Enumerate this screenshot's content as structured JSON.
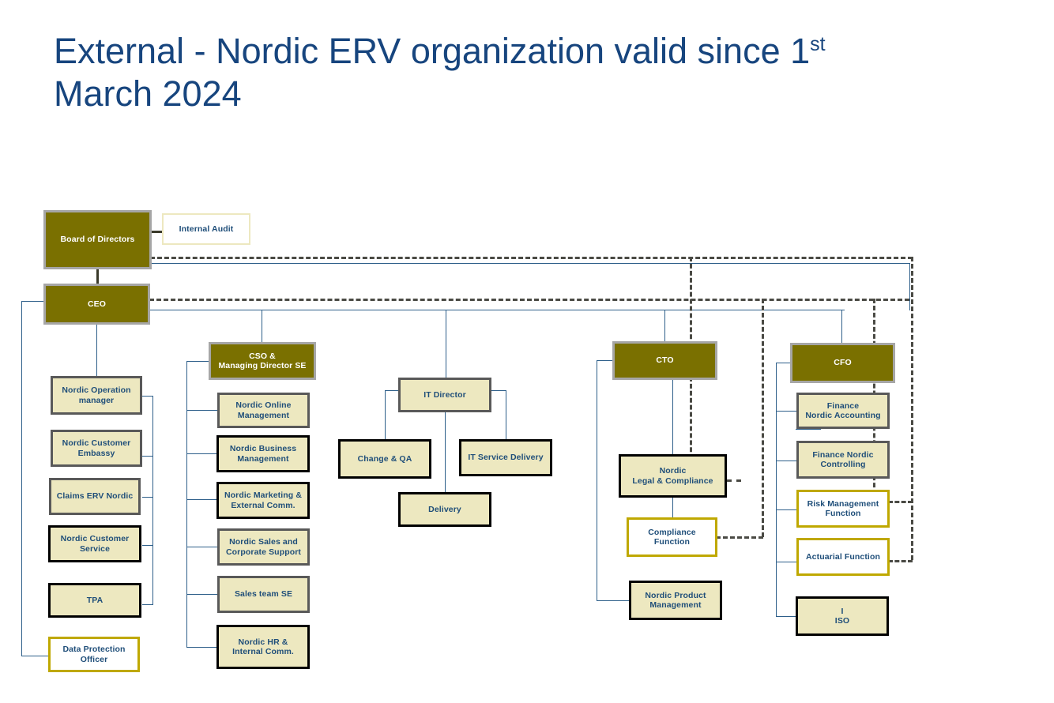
{
  "page": {
    "title_main": "External - Nordic ERV organization valid since 1",
    "title_sup": "st",
    "title_line2": "March 2024"
  },
  "colors": {
    "title": "#17457E",
    "olive_fill": "#7A7000",
    "olive_border": "#A6A6A6",
    "cream_fill": "#EDE8C0",
    "gray_border": "#595959",
    "black_border": "#000000",
    "yellow_border": "#BFA800",
    "text_blue": "#1F4E79",
    "connector_blue": "#2E5F8A",
    "dashed_gray": "#4A4A44"
  },
  "chart_data": {
    "type": "diagram",
    "title": "External - Nordic ERV organization valid since 1st March 2024",
    "nodes": [
      {
        "id": "board",
        "label": "Board of Directors",
        "style": "olive"
      },
      {
        "id": "internal_audit",
        "label": "Internal Audit",
        "style": "cream-cream"
      },
      {
        "id": "ceo",
        "label": "CEO",
        "style": "olive"
      },
      {
        "id": "nordic_op",
        "label": "Nordic Operation manager",
        "style": "cream-gray"
      },
      {
        "id": "cust_embassy",
        "label": "Nordic Customer Embassy",
        "style": "cream-gray"
      },
      {
        "id": "claims",
        "label": "Claims ERV Nordic",
        "style": "cream-gray"
      },
      {
        "id": "cust_service",
        "label": "Nordic Customer Service",
        "style": "cream-black"
      },
      {
        "id": "tpa",
        "label": "TPA",
        "style": "cream-black"
      },
      {
        "id": "dpo",
        "label": "Data Protection Officer",
        "style": "white-yellow"
      },
      {
        "id": "cso",
        "label": "CSO & Managing Director SE",
        "style": "olive"
      },
      {
        "id": "online_mgmt",
        "label": "Nordic Online Management",
        "style": "cream-gray"
      },
      {
        "id": "business_mgmt",
        "label": "Nordic Business Management",
        "style": "cream-black"
      },
      {
        "id": "marketing",
        "label": "Nordic Marketing & External Comm.",
        "style": "cream-black"
      },
      {
        "id": "sales_corp",
        "label": "Nordic Sales and Corporate Support",
        "style": "cream-gray"
      },
      {
        "id": "sales_team",
        "label": "Sales team SE",
        "style": "cream-gray"
      },
      {
        "id": "hr",
        "label": "Nordic HR & Internal Comm.",
        "style": "cream-black"
      },
      {
        "id": "it_director",
        "label": "IT Director",
        "style": "cream-gray"
      },
      {
        "id": "change_qa",
        "label": "Change & QA",
        "style": "cream-black"
      },
      {
        "id": "delivery",
        "label": "Delivery",
        "style": "cream-black"
      },
      {
        "id": "it_service",
        "label": "IT Service Delivery",
        "style": "cream-black"
      },
      {
        "id": "cto",
        "label": "CTO",
        "style": "olive"
      },
      {
        "id": "legal",
        "label": "Nordic Legal & Compliance",
        "style": "cream-black"
      },
      {
        "id": "compliance_fn",
        "label": "Compliance Function",
        "style": "white-yellow"
      },
      {
        "id": "product_mgmt",
        "label": "Nordic Product Management",
        "style": "cream-black"
      },
      {
        "id": "cfo",
        "label": "CFO",
        "style": "olive"
      },
      {
        "id": "fin_acct",
        "label": "Finance Nordic  Accounting",
        "style": "cream-gray"
      },
      {
        "id": "fin_ctrl",
        "label": "Finance Nordic Controlling",
        "style": "cream-gray"
      },
      {
        "id": "risk_mgmt",
        "label": "Risk Management Function",
        "style": "white-yellow"
      },
      {
        "id": "actuarial",
        "label": "Actuarial Function",
        "style": "white-yellow"
      },
      {
        "id": "iso",
        "label": "I ISO",
        "style": "cream-black"
      }
    ],
    "edges": [
      {
        "from": "board",
        "to": "internal_audit",
        "kind": "solid"
      },
      {
        "from": "board",
        "to": "ceo",
        "kind": "solid"
      },
      {
        "from": "board",
        "to": "legal",
        "kind": "dashed"
      },
      {
        "from": "board",
        "to": "actuarial",
        "kind": "dashed"
      },
      {
        "from": "ceo",
        "to": "nordic_op",
        "kind": "solid"
      },
      {
        "from": "ceo",
        "to": "dpo",
        "kind": "solid"
      },
      {
        "from": "ceo",
        "to": "cso",
        "kind": "solid"
      },
      {
        "from": "ceo",
        "to": "it_director",
        "kind": "solid"
      },
      {
        "from": "ceo",
        "to": "cto",
        "kind": "solid"
      },
      {
        "from": "ceo",
        "to": "cfo",
        "kind": "solid"
      },
      {
        "from": "ceo",
        "to": "compliance_fn",
        "kind": "dashed"
      },
      {
        "from": "ceo",
        "to": "risk_mgmt",
        "kind": "dashed"
      },
      {
        "from": "nordic_op",
        "to": "cust_embassy",
        "kind": "solid"
      },
      {
        "from": "nordic_op",
        "to": "claims",
        "kind": "solid"
      },
      {
        "from": "nordic_op",
        "to": "cust_service",
        "kind": "solid"
      },
      {
        "from": "nordic_op",
        "to": "tpa",
        "kind": "solid"
      },
      {
        "from": "cso",
        "to": "online_mgmt",
        "kind": "solid"
      },
      {
        "from": "cso",
        "to": "business_mgmt",
        "kind": "solid"
      },
      {
        "from": "cso",
        "to": "marketing",
        "kind": "solid"
      },
      {
        "from": "cso",
        "to": "sales_corp",
        "kind": "solid"
      },
      {
        "from": "cso",
        "to": "sales_team",
        "kind": "solid"
      },
      {
        "from": "cso",
        "to": "hr",
        "kind": "solid"
      },
      {
        "from": "it_director",
        "to": "change_qa",
        "kind": "solid"
      },
      {
        "from": "it_director",
        "to": "delivery",
        "kind": "solid"
      },
      {
        "from": "it_director",
        "to": "it_service",
        "kind": "solid"
      },
      {
        "from": "cto",
        "to": "legal",
        "kind": "solid"
      },
      {
        "from": "cto",
        "to": "product_mgmt",
        "kind": "solid"
      },
      {
        "from": "legal",
        "to": "compliance_fn",
        "kind": "solid"
      },
      {
        "from": "cfo",
        "to": "fin_acct",
        "kind": "solid"
      },
      {
        "from": "cfo",
        "to": "fin_ctrl",
        "kind": "solid"
      },
      {
        "from": "cfo",
        "to": "risk_mgmt",
        "kind": "solid"
      },
      {
        "from": "cfo",
        "to": "actuarial",
        "kind": "solid"
      },
      {
        "from": "cfo",
        "to": "iso",
        "kind": "solid"
      }
    ]
  },
  "boxes": {
    "board": {
      "l1": "Board of Directors"
    },
    "internal_audit": {
      "l1": "Internal Audit"
    },
    "ceo": {
      "l1": "CEO"
    },
    "nordic_op": {
      "l1": "Nordic Operation",
      "l2": "manager"
    },
    "cust_embassy": {
      "l1": "Nordic Customer",
      "l2": "Embassy"
    },
    "claims": {
      "l1": "Claims ERV Nordic"
    },
    "cust_service": {
      "l1": "Nordic Customer",
      "l2": "Service"
    },
    "tpa": {
      "l1": "TPA"
    },
    "dpo": {
      "l1": "Data Protection",
      "l2": "Officer"
    },
    "cso": {
      "l1": "CSO &",
      "l2": "Managing Director SE"
    },
    "online_mgmt": {
      "l1": "Nordic Online",
      "l2": "Management"
    },
    "business_mgmt": {
      "l1": "Nordic Business",
      "l2": "Management"
    },
    "marketing": {
      "l1": "Nordic Marketing &",
      "l2": "External Comm."
    },
    "sales_corp": {
      "l1": "Nordic Sales and",
      "l2": "Corporate Support"
    },
    "sales_team": {
      "l1": "Sales team  SE"
    },
    "hr": {
      "l1": "Nordic HR &",
      "l2": "Internal Comm."
    },
    "it_director": {
      "l1": "IT Director"
    },
    "change_qa": {
      "l1": "Change & QA"
    },
    "delivery": {
      "l1": "Delivery"
    },
    "it_service": {
      "l1": "IT Service Delivery"
    },
    "cto": {
      "l1": "CTO"
    },
    "legal": {
      "l1": "Nordic",
      "l2": "Legal & Compliance"
    },
    "compliance_fn": {
      "l1": "Compliance",
      "l2": "Function"
    },
    "product_mgmt": {
      "l1": "Nordic Product",
      "l2": "Management"
    },
    "cfo": {
      "l1": "CFO"
    },
    "fin_acct": {
      "l1": "Finance",
      "l2": "Nordic  Accounting"
    },
    "fin_ctrl": {
      "l1": "Finance Nordic",
      "l2": "Controlling"
    },
    "risk_mgmt": {
      "l1": "Risk Management",
      "l2": "Function"
    },
    "actuarial": {
      "l1": "Actuarial Function"
    },
    "iso": {
      "l1": "I",
      "l2": "ISO"
    }
  }
}
